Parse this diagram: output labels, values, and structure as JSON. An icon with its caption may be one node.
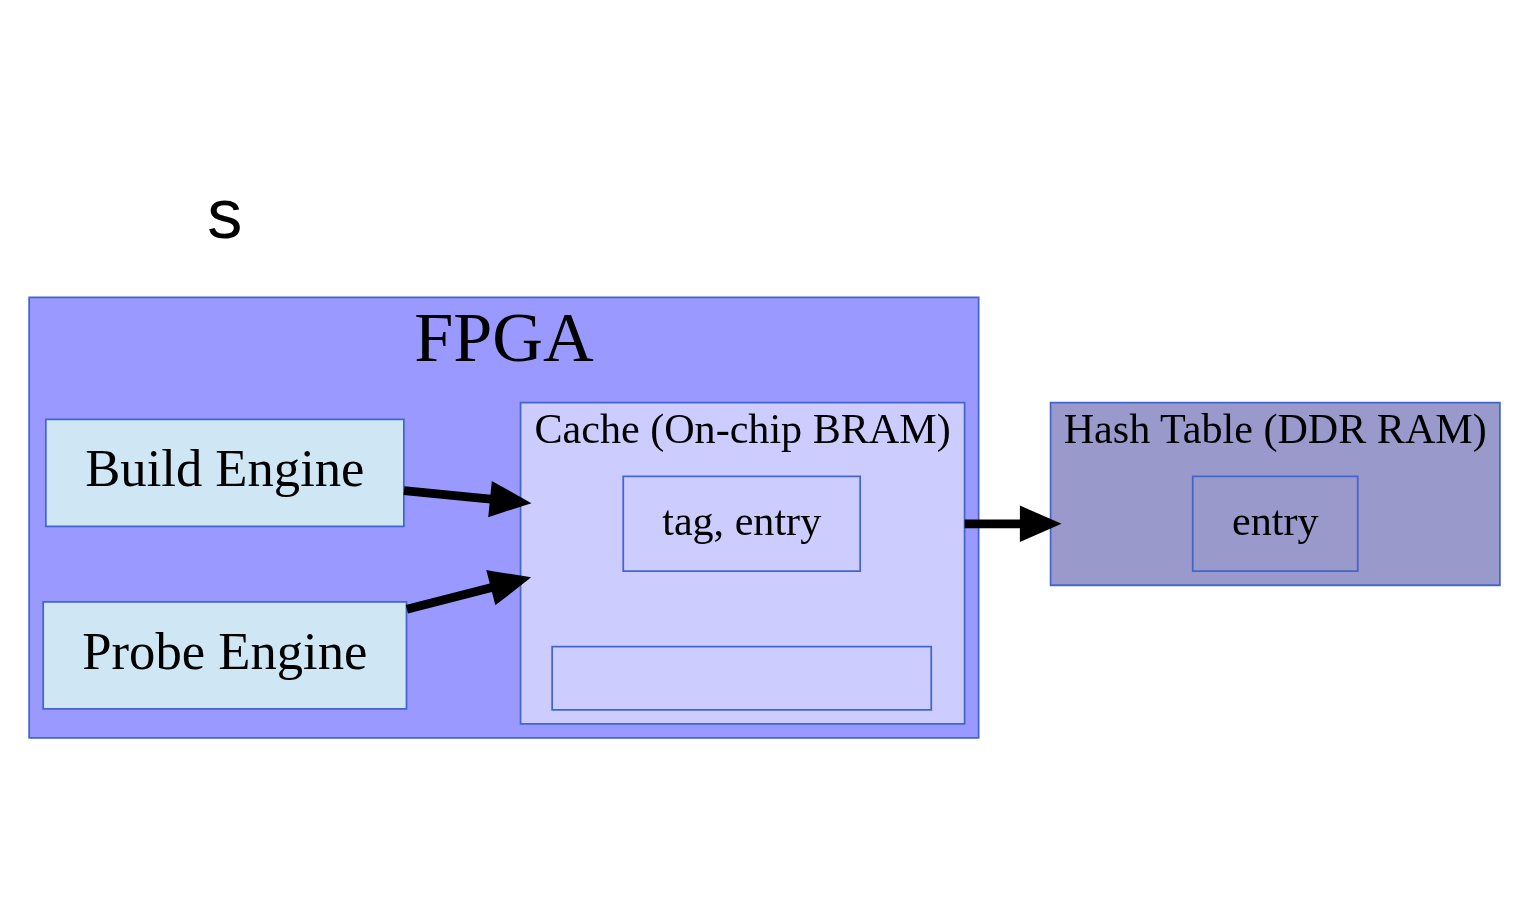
{
  "diagram": {
    "nodes": [
      {
        "text": [
          "FPGA"
        ]
      },
      {
        "text": [
          "Build Engine"
        ],
        "in": 0
      },
      {
        "text": [
          "Probe Engine"
        ],
        "in": 0
      },
      {
        "text": [
          "Cache (On-chip BRAM)"
        ],
        "in": 0
      },
      {
        "text": [
          "tag, entry"
        ],
        "in": 3
      },
      {
        "text": [],
        "shape": "box",
        "in": 3
      },
      {
        "text": [
          "Hash Table (DDR RAM)"
        ]
      },
      {
        "text": [
          "entry"
        ],
        "in": 6
      }
    ],
    "edges": [
      {
        "from": 1,
        "to": 3,
        "arrow": "to"
      },
      {
        "from": 2,
        "to": 3,
        "arrow": "to"
      },
      {
        "from": 3,
        "to": 6,
        "arrow": "to"
      }
    ],
    "labels": [
      "s"
    ]
  }
}
